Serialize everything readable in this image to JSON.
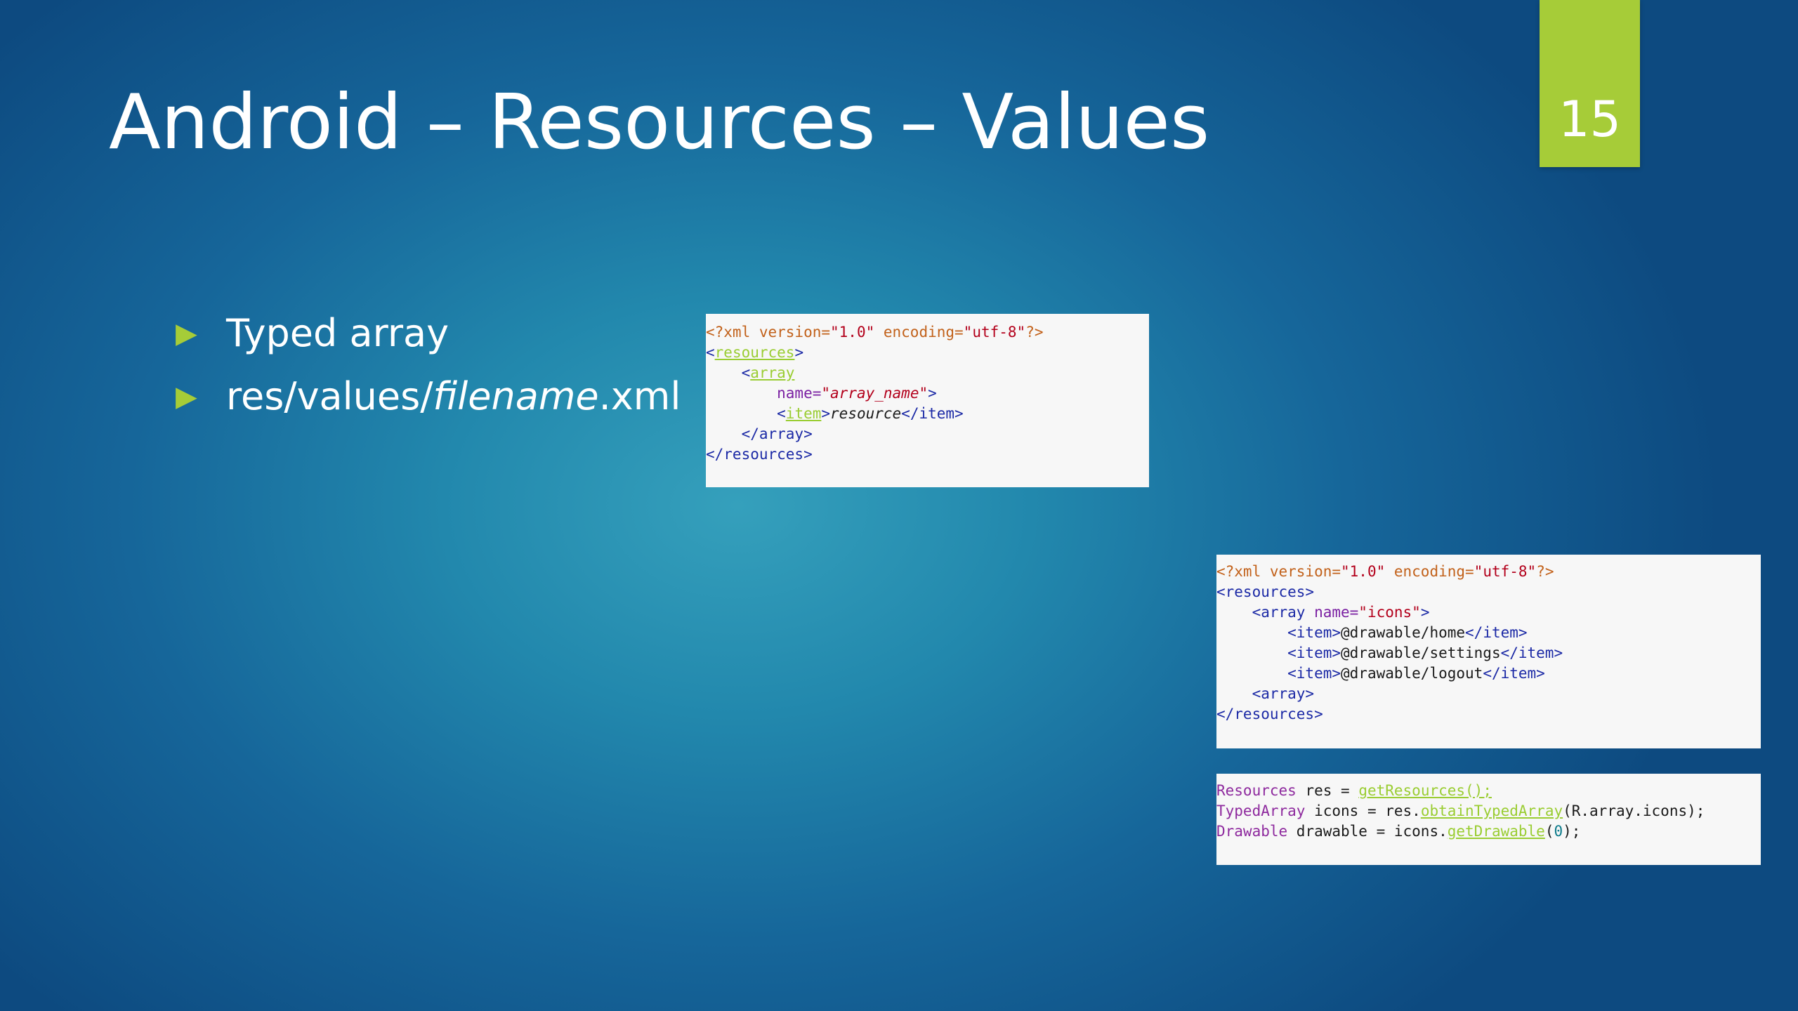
{
  "slide": {
    "title": "Android – Resources – Values",
    "page_number": "15"
  },
  "bullets": [
    {
      "text": "Typed array"
    },
    {
      "prefix": "res/values/",
      "italic": "filename",
      "suffix": ".xml"
    }
  ],
  "code_blocks": {
    "template": [
      [
        {
          "t": "<?xml version=",
          "c": "t-pi"
        },
        {
          "t": "\"1.0\"",
          "c": "t-str"
        },
        {
          "t": " encoding=",
          "c": "t-pi"
        },
        {
          "t": "\"utf-8\"",
          "c": "t-str"
        },
        {
          "t": "?>",
          "c": "t-pi"
        }
      ],
      [
        {
          "t": "<",
          "c": "t-tag"
        },
        {
          "t": "resources",
          "c": "t-ulink"
        },
        {
          "t": ">",
          "c": "t-tag"
        }
      ],
      [
        {
          "t": "    <",
          "c": "t-tag"
        },
        {
          "t": "array",
          "c": "t-ulink"
        }
      ],
      [
        {
          "t": "        name=",
          "c": "t-attr"
        },
        {
          "t": "\"",
          "c": "t-str"
        },
        {
          "t": "array_name",
          "c": "t-str t-em"
        },
        {
          "t": "\"",
          "c": "t-str"
        },
        {
          "t": ">",
          "c": "t-tag"
        }
      ],
      [
        {
          "t": "        <",
          "c": "t-tag"
        },
        {
          "t": "item",
          "c": "t-ulink"
        },
        {
          "t": ">",
          "c": "t-tag"
        },
        {
          "t": "resource",
          "c": "t-plain t-em"
        },
        {
          "t": "</item>",
          "c": "t-tag"
        }
      ],
      [
        {
          "t": "    </array>",
          "c": "t-tag"
        }
      ],
      [
        {
          "t": "</resources>",
          "c": "t-tag"
        }
      ]
    ],
    "example_xml": [
      [
        {
          "t": "<?xml version=",
          "c": "t-pi"
        },
        {
          "t": "\"1.0\"",
          "c": "t-str"
        },
        {
          "t": " encoding=",
          "c": "t-pi"
        },
        {
          "t": "\"utf-8\"",
          "c": "t-str"
        },
        {
          "t": "?>",
          "c": "t-pi"
        }
      ],
      [
        {
          "t": "<resources>",
          "c": "t-tag"
        }
      ],
      [
        {
          "t": "    <array ",
          "c": "t-tag"
        },
        {
          "t": "name=",
          "c": "t-attr"
        },
        {
          "t": "\"icons\"",
          "c": "t-str"
        },
        {
          "t": ">",
          "c": "t-tag"
        }
      ],
      [
        {
          "t": "        <item>",
          "c": "t-tag"
        },
        {
          "t": "@drawable/home",
          "c": "t-plain"
        },
        {
          "t": "</item>",
          "c": "t-tag"
        }
      ],
      [
        {
          "t": "        <item>",
          "c": "t-tag"
        },
        {
          "t": "@drawable/settings",
          "c": "t-plain"
        },
        {
          "t": "</item>",
          "c": "t-tag"
        }
      ],
      [
        {
          "t": "        <item>",
          "c": "t-tag"
        },
        {
          "t": "@drawable/logout",
          "c": "t-plain"
        },
        {
          "t": "</item>",
          "c": "t-tag"
        }
      ],
      [
        {
          "t": "    <array>",
          "c": "t-tag"
        }
      ],
      [
        {
          "t": "</resources>",
          "c": "t-tag"
        }
      ]
    ],
    "example_java": [
      [
        {
          "t": "Resources",
          "c": "t-type"
        },
        {
          "t": " res = ",
          "c": "t-plain"
        },
        {
          "t": "getResources();",
          "c": "t-ulink"
        }
      ],
      [
        {
          "t": "TypedArray",
          "c": "t-type"
        },
        {
          "t": " icons = res.",
          "c": "t-plain"
        },
        {
          "t": "obtainTypedArray",
          "c": "t-ulink"
        },
        {
          "t": "(R.array.icons);",
          "c": "t-plain"
        }
      ],
      [
        {
          "t": "Drawable",
          "c": "t-type"
        },
        {
          "t": " drawable = icons.",
          "c": "t-plain"
        },
        {
          "t": "getDrawable",
          "c": "t-ulink"
        },
        {
          "t": "(",
          "c": "t-plain"
        },
        {
          "t": "0",
          "c": "t-num"
        },
        {
          "t": ");",
          "c": "t-plain"
        }
      ]
    ]
  },
  "colors": {
    "accent": "#a6cc38",
    "background_center": "#35a0bc",
    "background_edge": "#0d4a80",
    "code_bg": "#f7f7f7"
  }
}
